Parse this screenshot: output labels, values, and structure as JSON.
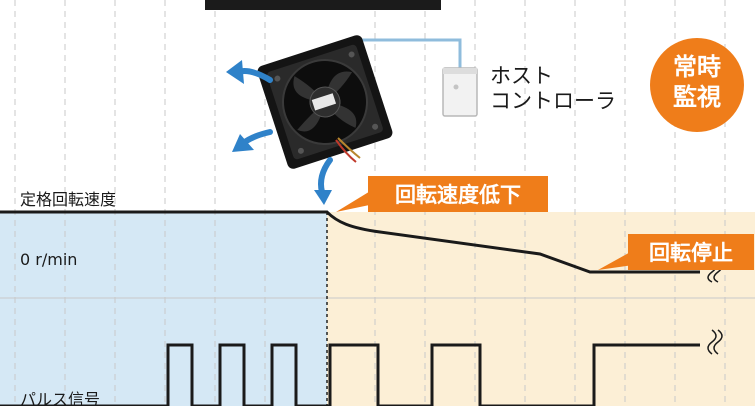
{
  "colors": {
    "blue_zone": "#d5e8f5",
    "warm_zone": "#fcefd6",
    "accent_orange": "#ef7d1a",
    "connector_blue": "#8fbcdc",
    "signal_line": "#1a1a1a"
  },
  "host": {
    "line1": "ホスト",
    "line2": "コントローラ",
    "icon": "server-box-icon"
  },
  "badge": {
    "line1": "常時",
    "line2": "監視"
  },
  "fan": {
    "icon": "cooling-fan-icon"
  },
  "labels": {
    "rated_speed": "定格回転速度",
    "zero_speed": "0 r/min",
    "pulse_signal": "パルス信号"
  },
  "callouts": {
    "speed_drop": "回転速度低下",
    "rotation_stop": "回転停止"
  }
}
